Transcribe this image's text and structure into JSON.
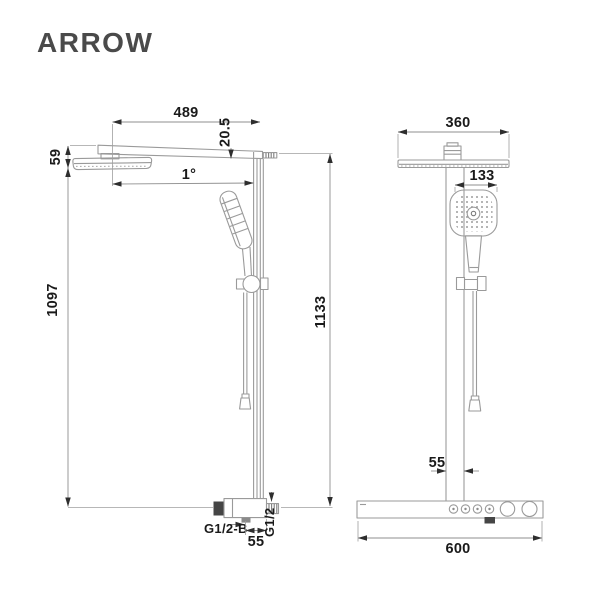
{
  "brand": {
    "logo_text": "ARROW",
    "logo_color": "#4a4a4a"
  },
  "drawing": {
    "line_color": "#9a9a9a",
    "dimension_text_color": "#1a1a1a",
    "arrow_color": "#2e2e2e",
    "background": "#ffffff",
    "side_view": {
      "dims": {
        "arm_length": "489",
        "arm_drop": "20.5",
        "head_height": "59",
        "arm_angle": "1°",
        "height_to_outlet": "1097",
        "overall_height": "1133",
        "bottom_outlet_label": "G1/2-B",
        "outlet_offset": "55",
        "side_inlet_label": "G1/2"
      }
    },
    "front_view": {
      "dims": {
        "head_width": "360",
        "handset_width": "133",
        "column_offset": "55",
        "panel_width": "600"
      }
    }
  }
}
